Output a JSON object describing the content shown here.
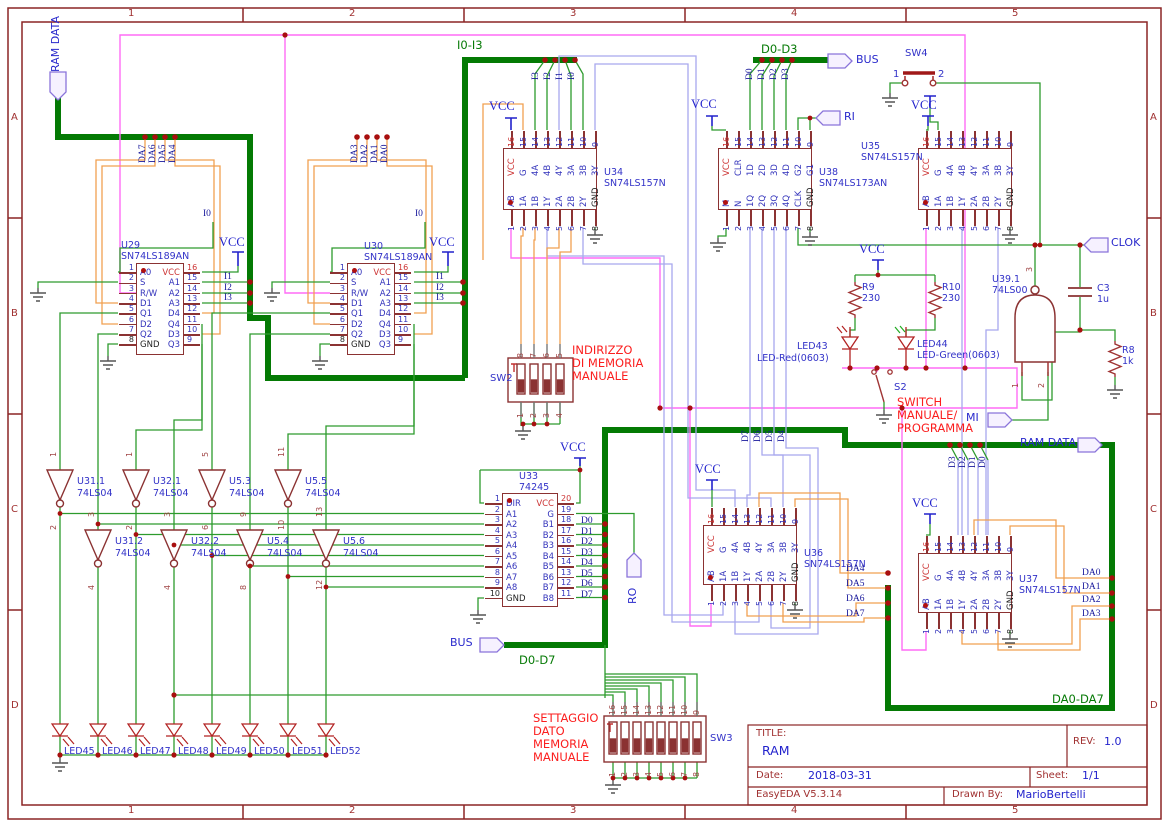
{
  "sheet": {
    "cols": [
      "1",
      "2",
      "3",
      "4",
      "5"
    ],
    "rows": [
      "A",
      "B",
      "C",
      "D"
    ]
  },
  "title_block": {
    "title_label": "TITLE:",
    "title": "RAM",
    "rev_label": "REV:",
    "rev": "1.0",
    "date_label": "Date:",
    "date": "2018-03-31",
    "sheet_label": "Sheet:",
    "sheet": "1/1",
    "tool": "EasyEDA V5.3.14",
    "drawn_by_label": "Drawn By:",
    "drawn_by": "MarioBertelli"
  },
  "labels": {
    "vcc": "VCC",
    "ram_data": "RAM DATA",
    "bus": "BUS",
    "ri": "RI",
    "clok": "CLOK",
    "mi": "MI",
    "ro": "RO",
    "i0": "I0",
    "i0_i3": "I0-I3",
    "d0_d3": "D0-D3",
    "d0_d7": "D0-D7",
    "da0_da7": "DA0-DA7",
    "sw2": "SW2",
    "sw3": "SW3",
    "sw4": "SW4",
    "s2": "S2",
    "sw4_p1": "1",
    "sw4_p2": "2"
  },
  "annotations": {
    "indirizzo": [
      "INDIRIZZO",
      "DI MEMORIA",
      "MANUALE"
    ],
    "switch_mode": [
      "SWITCH",
      "MANUALE/",
      "PROGRAMMA"
    ],
    "settaggio": [
      "SETTAGGIO",
      "DATO",
      "MEMORIA",
      "MANUALE"
    ]
  },
  "ics": {
    "u29": {
      "ref": "U29",
      "part": "SN74LS189AN",
      "left": [
        {
          "n": "1",
          "t": "A0"
        },
        {
          "n": "2",
          "t": "S"
        },
        {
          "n": "3",
          "t": "R/W"
        },
        {
          "n": "4",
          "t": "D1"
        },
        {
          "n": "5",
          "t": "Q1"
        },
        {
          "n": "6",
          "t": "D2"
        },
        {
          "n": "7",
          "t": "Q2"
        },
        {
          "n": "8",
          "t": "GND",
          "c": "g"
        }
      ],
      "right": [
        {
          "n": "16",
          "t": "VCC",
          "c": "p"
        },
        {
          "n": "15",
          "t": "A1"
        },
        {
          "n": "14",
          "t": "A2"
        },
        {
          "n": "13",
          "t": "A3"
        },
        {
          "n": "12",
          "t": "D4"
        },
        {
          "n": "11",
          "t": "Q4"
        },
        {
          "n": "10",
          "t": "D3"
        },
        {
          "n": "9",
          "t": "Q3"
        }
      ]
    },
    "u30": {
      "ref": "U30",
      "part": "SN74LS189AN",
      "left": [
        {
          "n": "1",
          "t": "A0"
        },
        {
          "n": "2",
          "t": "S"
        },
        {
          "n": "3",
          "t": "R/W"
        },
        {
          "n": "4",
          "t": "D1"
        },
        {
          "n": "5",
          "t": "Q1"
        },
        {
          "n": "6",
          "t": "D2"
        },
        {
          "n": "7",
          "t": "Q2"
        },
        {
          "n": "8",
          "t": "GND",
          "c": "g"
        }
      ],
      "right": [
        {
          "n": "16",
          "t": "VCC",
          "c": "p"
        },
        {
          "n": "15",
          "t": "A1"
        },
        {
          "n": "14",
          "t": "A2"
        },
        {
          "n": "13",
          "t": "A3"
        },
        {
          "n": "12",
          "t": "D4"
        },
        {
          "n": "11",
          "t": "Q4"
        },
        {
          "n": "10",
          "t": "D3"
        },
        {
          "n": "9",
          "t": "Q3"
        }
      ]
    },
    "u33": {
      "ref": "U33",
      "part": "74245",
      "left": [
        {
          "n": "1",
          "t": "DIR"
        },
        {
          "n": "2",
          "t": "A1"
        },
        {
          "n": "3",
          "t": "A2"
        },
        {
          "n": "4",
          "t": "A3"
        },
        {
          "n": "5",
          "t": "A4"
        },
        {
          "n": "6",
          "t": "A5"
        },
        {
          "n": "7",
          "t": "A6"
        },
        {
          "n": "8",
          "t": "A7"
        },
        {
          "n": "9",
          "t": "A8"
        },
        {
          "n": "10",
          "t": "GND",
          "c": "g"
        }
      ],
      "right": [
        {
          "n": "20",
          "t": "VCC",
          "c": "p"
        },
        {
          "n": "19",
          "t": "G"
        },
        {
          "n": "18",
          "t": "B1"
        },
        {
          "n": "17",
          "t": "B2"
        },
        {
          "n": "16",
          "t": "B3"
        },
        {
          "n": "15",
          "t": "B4"
        },
        {
          "n": "14",
          "t": "B5"
        },
        {
          "n": "13",
          "t": "B6"
        },
        {
          "n": "12",
          "t": "B7"
        },
        {
          "n": "11",
          "t": "B8"
        }
      ]
    },
    "u34": {
      "ref": "U34",
      "part": "SN74LS157N",
      "top": [
        {
          "n": "16",
          "t": "VCC",
          "c": "p"
        },
        {
          "n": "15",
          "t": "G"
        },
        {
          "n": "14",
          "t": "4A"
        },
        {
          "n": "13",
          "t": "4B"
        },
        {
          "n": "12",
          "t": "4Y"
        },
        {
          "n": "11",
          "t": "3A"
        },
        {
          "n": "10",
          "t": "3B"
        },
        {
          "n": "9",
          "t": "3Y"
        }
      ],
      "bottom": [
        {
          "n": "1",
          "t": "AB"
        },
        {
          "n": "2",
          "t": "1A"
        },
        {
          "n": "3",
          "t": "1B"
        },
        {
          "n": "4",
          "t": "1Y"
        },
        {
          "n": "5",
          "t": "2A"
        },
        {
          "n": "6",
          "t": "2B"
        },
        {
          "n": "7",
          "t": "2Y"
        },
        {
          "n": "8",
          "t": "GND",
          "c": "g"
        }
      ]
    },
    "u35": {
      "ref": "U35",
      "part": "SN74LS157N",
      "top": [
        {
          "n": "16",
          "t": "VCC",
          "c": "p"
        },
        {
          "n": "15",
          "t": "G"
        },
        {
          "n": "14",
          "t": "4A"
        },
        {
          "n": "13",
          "t": "4B"
        },
        {
          "n": "12",
          "t": "4Y"
        },
        {
          "n": "11",
          "t": "3A"
        },
        {
          "n": "10",
          "t": "3B"
        },
        {
          "n": "9",
          "t": "3Y"
        }
      ],
      "bottom": [
        {
          "n": "1",
          "t": "AB"
        },
        {
          "n": "2",
          "t": "1A"
        },
        {
          "n": "3",
          "t": "1B"
        },
        {
          "n": "4",
          "t": "1Y"
        },
        {
          "n": "5",
          "t": "2A"
        },
        {
          "n": "6",
          "t": "2B"
        },
        {
          "n": "7",
          "t": "2Y"
        },
        {
          "n": "8",
          "t": "GND",
          "c": "g"
        }
      ]
    },
    "u36": {
      "ref": "U36",
      "part": "SN74LS157N",
      "top": [
        {
          "n": "16",
          "t": "VCC",
          "c": "p"
        },
        {
          "n": "15",
          "t": "G"
        },
        {
          "n": "14",
          "t": "4A"
        },
        {
          "n": "13",
          "t": "4B"
        },
        {
          "n": "12",
          "t": "4Y"
        },
        {
          "n": "11",
          "t": "3A"
        },
        {
          "n": "10",
          "t": "3B"
        },
        {
          "n": "9",
          "t": "3Y"
        }
      ],
      "bottom": [
        {
          "n": "1",
          "t": "AB"
        },
        {
          "n": "2",
          "t": "1A"
        },
        {
          "n": "3",
          "t": "1B"
        },
        {
          "n": "4",
          "t": "1Y"
        },
        {
          "n": "5",
          "t": "2A"
        },
        {
          "n": "6",
          "t": "2B"
        },
        {
          "n": "7",
          "t": "2Y"
        },
        {
          "n": "8",
          "t": "GND",
          "c": "g"
        }
      ]
    },
    "u37": {
      "ref": "U37",
      "part": "SN74LS157N",
      "top": [
        {
          "n": "16",
          "t": "VCC",
          "c": "p"
        },
        {
          "n": "15",
          "t": "G"
        },
        {
          "n": "14",
          "t": "4A"
        },
        {
          "n": "13",
          "t": "4B"
        },
        {
          "n": "12",
          "t": "4Y"
        },
        {
          "n": "11",
          "t": "3A"
        },
        {
          "n": "10",
          "t": "3B"
        },
        {
          "n": "9",
          "t": "3Y"
        }
      ],
      "bottom": [
        {
          "n": "1",
          "t": "AB"
        },
        {
          "n": "2",
          "t": "1A"
        },
        {
          "n": "3",
          "t": "1B"
        },
        {
          "n": "4",
          "t": "1Y"
        },
        {
          "n": "5",
          "t": "2A"
        },
        {
          "n": "6",
          "t": "2B"
        },
        {
          "n": "7",
          "t": "2Y"
        },
        {
          "n": "8",
          "t": "GND",
          "c": "g"
        }
      ]
    },
    "u38": {
      "ref": "U38",
      "part": "SN74LS173AN",
      "top": [
        {
          "n": "16",
          "t": "VCC",
          "c": "p"
        },
        {
          "n": "15",
          "t": "CLR"
        },
        {
          "n": "14",
          "t": "1D"
        },
        {
          "n": "13",
          "t": "2D"
        },
        {
          "n": "12",
          "t": "3D"
        },
        {
          "n": "11",
          "t": "4D"
        },
        {
          "n": "10",
          "t": "G2"
        },
        {
          "n": "9",
          "t": "G1"
        }
      ],
      "bottom": [
        {
          "n": "1",
          "t": "M"
        },
        {
          "n": "2",
          "t": "N"
        },
        {
          "n": "3",
          "t": "1Q"
        },
        {
          "n": "4",
          "t": "2Q"
        },
        {
          "n": "5",
          "t": "3Q"
        },
        {
          "n": "6",
          "t": "4Q"
        },
        {
          "n": "7",
          "t": "CLK"
        },
        {
          "n": "8",
          "t": "GND",
          "c": "g"
        }
      ]
    },
    "u39": {
      "ref": "U39.1",
      "part": "74LS00",
      "pins": [
        "1",
        "2",
        "3"
      ]
    }
  },
  "inverters": [
    {
      "ref": "U31.1",
      "part": "74LS04",
      "pin_in": "1",
      "pin_out": "2"
    },
    {
      "ref": "U32.1",
      "part": "74LS04",
      "pin_in": "1",
      "pin_out": "2"
    },
    {
      "ref": "U5.3",
      "part": "74LS04",
      "pin_in": "5",
      "pin_out": "6"
    },
    {
      "ref": "U5.5",
      "part": "74LS04",
      "pin_in": "11",
      "pin_out": "10"
    },
    {
      "ref": "U31.2",
      "part": "74LS04",
      "pin_in": "3",
      "pin_out": "4"
    },
    {
      "ref": "U32.2",
      "part": "74LS04",
      "pin_in": "3",
      "pin_out": "4"
    },
    {
      "ref": "U5.4",
      "part": "74LS04",
      "pin_in": "9",
      "pin_out": "8"
    },
    {
      "ref": "U5.6",
      "part": "74LS04",
      "pin_in": "13",
      "pin_out": "12"
    }
  ],
  "discretes": {
    "r9": {
      "ref": "R9",
      "value": "230"
    },
    "r10": {
      "ref": "R10",
      "value": "230"
    },
    "r8": {
      "ref": "R8",
      "value": "1k"
    },
    "c3": {
      "ref": "C3",
      "value": "1u"
    },
    "led43": {
      "ref": "LED43",
      "part": "LED-Red(0603)"
    },
    "led44": {
      "ref": "LED44",
      "part": "LED-Green(0603)"
    }
  },
  "led_row": [
    "LED45",
    "LED46",
    "LED47",
    "LED48",
    "LED49",
    "LED50",
    "LED51",
    "LED52"
  ],
  "pin_rows": {
    "sw2_top": [
      "8",
      "7",
      "6",
      "5"
    ],
    "sw2_bottom": [
      "1",
      "2",
      "3",
      "4"
    ],
    "sw3_top": [
      "16",
      "15",
      "14",
      "13",
      "12",
      "11",
      "10",
      "9"
    ],
    "sw3_bottom": [
      "1",
      "2",
      "3",
      "4",
      "5",
      "6",
      "7",
      "8"
    ],
    "i_arm": [
      "I3",
      "I2",
      "I1",
      "I0"
    ],
    "d_arm": [
      "D0",
      "D1",
      "D2",
      "D3"
    ],
    "da_left": [
      "DA7",
      "DA6",
      "DA5",
      "DA4"
    ],
    "da_left2": [
      "DA3",
      "DA2",
      "DA1",
      "DA0"
    ],
    "i_mid": [
      "I1",
      "I2",
      "I3"
    ],
    "u33_d": [
      "D0",
      "D1",
      "D2",
      "D3",
      "D4",
      "D5",
      "D6",
      "D7"
    ],
    "d_over_u36": [
      "D7",
      "D6",
      "D5",
      "D4"
    ],
    "d_mid_right": [
      "D3",
      "D2",
      "D1",
      "D0"
    ],
    "da4_7": [
      "DA4",
      "DA5",
      "DA6",
      "DA7"
    ],
    "da0_3": [
      "DA0",
      "DA1",
      "DA2",
      "DA3"
    ]
  }
}
